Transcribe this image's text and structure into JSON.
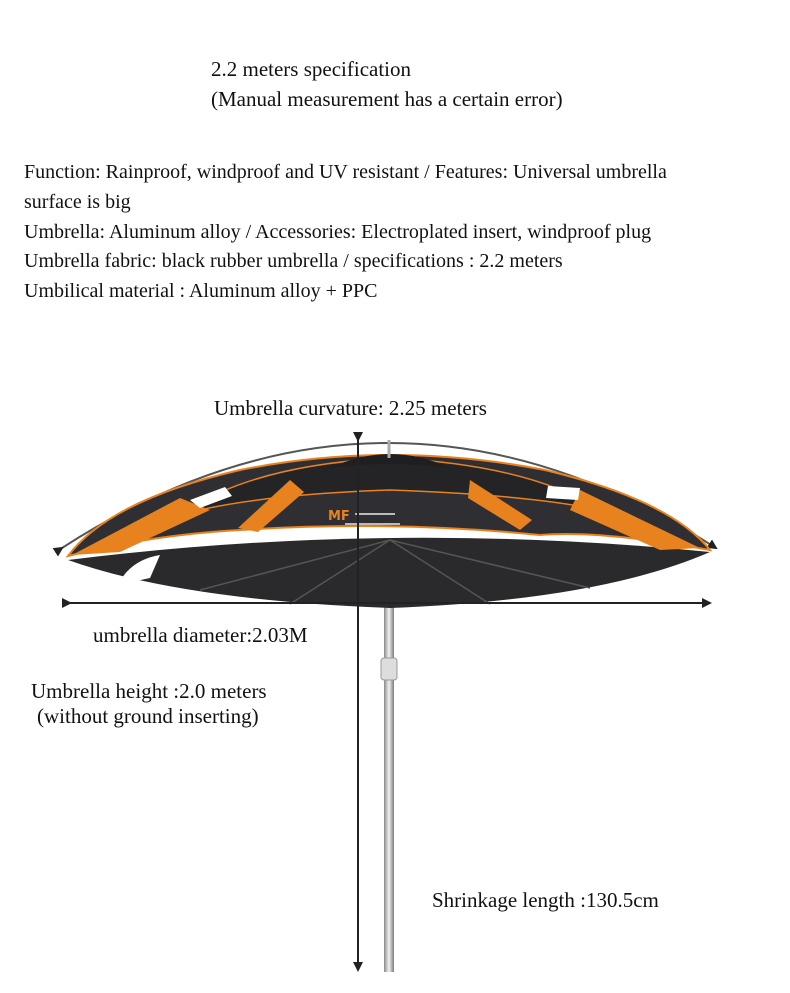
{
  "spec": {
    "title": "2.2 meters specification",
    "note": "(Manual measurement has a certain error)"
  },
  "features": {
    "line1": "Function: Rainproof, windproof and UV resistant / Features: Universal umbrella",
    "line1b": "surface is big",
    "line2": "Umbrella: Aluminum alloy / Accessories: Electroplated insert, windproof plug",
    "line3": "Umbrella fabric: black rubber umbrella / specifications : 2.2 meters",
    "line4": "Umbilical material : Aluminum alloy + PPC"
  },
  "dimensions": {
    "curvature": "Umbrella curvature: 2.25 meters",
    "diameter": "umbrella diameter:2.03M",
    "height_line1": "Umbrella height :2.0 meters",
    "height_line2": "(without ground inserting)",
    "shrinkage": "Shrinkage length :130.5cm"
  },
  "colors": {
    "canopy": "#2b2b2e",
    "accent": "#e8821f",
    "pole": "#c9c9c9",
    "arrow": "#222222"
  }
}
